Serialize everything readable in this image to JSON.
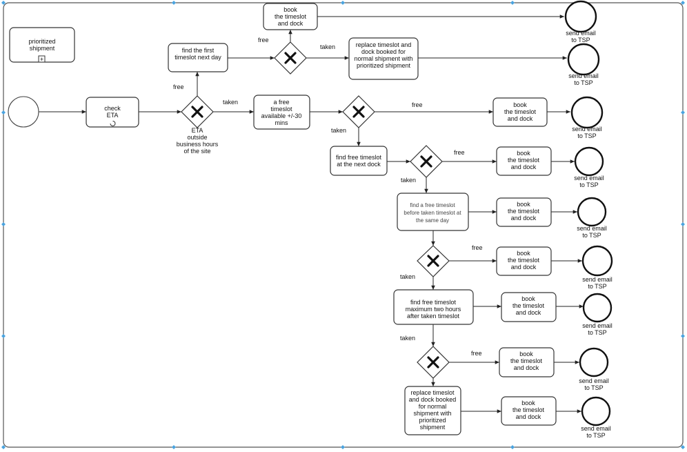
{
  "subprocess": {
    "label_lines": [
      "prioritized",
      "shipment"
    ],
    "marker": "+"
  },
  "tasks": {
    "check_eta": [
      "check",
      "ETA"
    ],
    "find_first_next_day": [
      "find the first",
      "timeslot next day"
    ],
    "book_top": [
      "book",
      "the timeslot",
      "and dock"
    ],
    "replace_top": [
      "replace timeslot and",
      "dock booked for",
      "normal shipment with",
      "prioritized shipment"
    ],
    "free_timeslot_30": [
      "a free",
      "timeslot",
      "available +/-30",
      "mins"
    ],
    "book_1": [
      "book",
      "the timeslot",
      "and dock"
    ],
    "find_next_dock": [
      "find free timeslot",
      "at the next dock"
    ],
    "book_2": [
      "book",
      "the timeslot",
      "and dock"
    ],
    "find_before_taken": [
      "find a free timeslot",
      "before taken timeslot at",
      "the same day"
    ],
    "book_3": [
      "book",
      "the timeslot",
      "and dock"
    ],
    "book_4": [
      "book",
      "the timeslot",
      "and dock"
    ],
    "find_two_hours": [
      "find free timeslot",
      "maximum two hours",
      "after taken timeslot"
    ],
    "book_5": [
      "book",
      "the timeslot",
      "and dock"
    ],
    "book_6": [
      "book",
      "the timeslot",
      "and dock"
    ],
    "replace_bottom": [
      "replace timeslot",
      "and dock booked",
      "for normal",
      "shipment with",
      "prioritized",
      "shipment"
    ],
    "book_7": [
      "book",
      "the timeslot",
      "and dock"
    ]
  },
  "events": {
    "end_label": [
      "send email",
      "to TSP"
    ]
  },
  "gateway_labels": {
    "eta_outside": [
      "ETA",
      "outside",
      "business hours",
      "of the site"
    ]
  },
  "flow_labels": {
    "free": "free",
    "taken": "taken"
  }
}
